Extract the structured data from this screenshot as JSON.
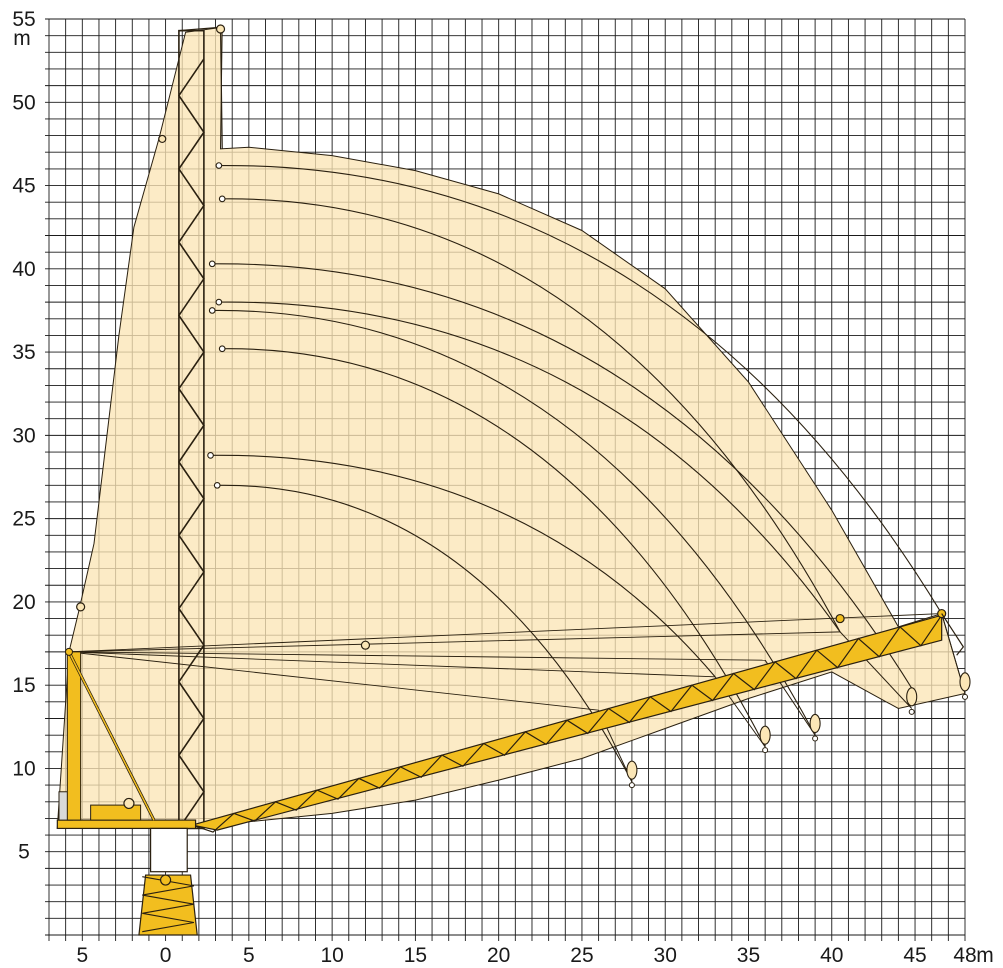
{
  "chart_data": {
    "type": "line",
    "title": "",
    "x_axis": {
      "min": -7,
      "max": 48,
      "ticks": [
        {
          "value": -5,
          "label": "5"
        },
        {
          "value": 0,
          "label": "0"
        },
        {
          "value": 5,
          "label": "5"
        },
        {
          "value": 10,
          "label": "10"
        },
        {
          "value": 15,
          "label": "15"
        },
        {
          "value": 20,
          "label": "20"
        },
        {
          "value": 25,
          "label": "25"
        },
        {
          "value": 30,
          "label": "30"
        },
        {
          "value": 35,
          "label": "35"
        },
        {
          "value": 40,
          "label": "40"
        },
        {
          "value": 45,
          "label": "45"
        },
        {
          "value": 48,
          "label": "48"
        }
      ],
      "unit": "m"
    },
    "y_axis": {
      "min": 0,
      "max": 55,
      "ticks": [
        {
          "value": 5,
          "label": "5"
        },
        {
          "value": 10,
          "label": "10"
        },
        {
          "value": 15,
          "label": "15"
        },
        {
          "value": 20,
          "label": "20"
        },
        {
          "value": 25,
          "label": "25"
        },
        {
          "value": 30,
          "label": "30"
        },
        {
          "value": 35,
          "label": "35"
        },
        {
          "value": 40,
          "label": "40"
        },
        {
          "value": 45,
          "label": "45"
        },
        {
          "value": 50,
          "label": "50"
        },
        {
          "value": 55,
          "label": "55"
        }
      ],
      "unit": "m"
    },
    "grid": true,
    "envelope": [
      [
        -5.8,
        17
      ],
      [
        -5.2,
        19.5
      ],
      [
        -4.3,
        23.5
      ],
      [
        -2.8,
        36
      ],
      [
        -1.9,
        42.5
      ],
      [
        -0.4,
        47.8
      ],
      [
        1.2,
        54.2
      ],
      [
        3.4,
        54.5
      ],
      [
        3.3,
        47.2
      ],
      [
        5,
        47.3
      ],
      [
        10,
        46.8
      ],
      [
        15,
        45.9
      ],
      [
        20,
        44.5
      ],
      [
        25,
        42.3
      ],
      [
        30,
        38.8
      ],
      [
        35,
        33.2
      ],
      [
        40,
        25.5
      ],
      [
        44,
        18.5
      ],
      [
        46.6,
        19.3
      ],
      [
        48,
        14.5
      ],
      [
        44,
        13.6
      ],
      [
        40,
        15.8
      ],
      [
        35,
        14.2
      ],
      [
        30,
        12.4
      ],
      [
        25,
        10.6
      ],
      [
        20,
        9.3
      ],
      [
        15,
        8.1
      ],
      [
        10,
        7.3
      ],
      [
        5,
        6.8
      ],
      [
        2,
        6.4
      ],
      [
        -1,
        6.4
      ],
      [
        -6.5,
        6.4
      ]
    ],
    "boom_positions": [
      {
        "tip": [
          46.6,
          19.3
        ],
        "hook": [
          48,
          14.5
        ]
      },
      {
        "tip": [
          40.5,
          18.2
        ],
        "hook": [
          44.8,
          13.6
        ]
      },
      {
        "tip": [
          36,
          16.5
        ],
        "hook": [
          39,
          12
        ]
      },
      {
        "tip": [
          33,
          15.5
        ],
        "hook": [
          36,
          11.3
        ]
      },
      {
        "tip": [
          26,
          13.5
        ],
        "hook": [
          28,
          9.2
        ]
      }
    ],
    "jib_tips": [
      {
        "x": 3.2,
        "y": 46.2
      },
      {
        "x": 3.4,
        "y": 44.2
      },
      {
        "x": 2.8,
        "y": 40.3
      },
      {
        "x": 3.2,
        "y": 38
      },
      {
        "x": 2.8,
        "y": 37.5
      },
      {
        "x": 3.4,
        "y": 35.2
      },
      {
        "x": 2.7,
        "y": 28.8
      },
      {
        "x": 3.1,
        "y": 27
      }
    ],
    "trajectories": [
      {
        "from": [
          3.2,
          46.2
        ],
        "to": [
          46.6,
          19.3
        ]
      },
      {
        "from": [
          3.4,
          44.2
        ],
        "to": [
          40.5,
          18.2
        ]
      },
      {
        "from": [
          2.8,
          40.3
        ],
        "to": [
          45,
          14.5
        ]
      },
      {
        "from": [
          3.2,
          38
        ],
        "to": [
          40.5,
          18.2
        ]
      },
      {
        "from": [
          2.8,
          37.5
        ],
        "to": [
          39,
          12
        ]
      },
      {
        "from": [
          3.4,
          35.2
        ],
        "to": [
          36,
          11.3
        ]
      },
      {
        "from": [
          2.7,
          28.8
        ],
        "to": [
          33,
          15.5
        ]
      },
      {
        "from": [
          3.1,
          27
        ],
        "to": [
          28,
          9.2
        ]
      }
    ],
    "colors": {
      "envelope_fill": "#fbe6b6",
      "boom_fill": "#f2be1f",
      "line": "#2a2010",
      "grid": "#1a1a1a",
      "background": "#ffffff"
    }
  }
}
